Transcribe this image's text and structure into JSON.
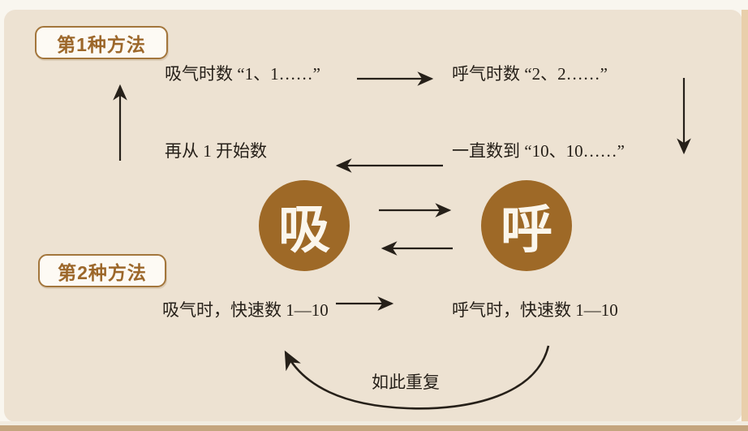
{
  "colors": {
    "outer_bg": "#f9f6ef",
    "panel_bg": "#ede2d2",
    "right_band": "#e9cfab",
    "bottom_band": "#c4a57e",
    "edge_light": "#f2ece0",
    "circle_fill": "#9e6927",
    "circle_text": "#fbf6ec",
    "label_bg": "#fdfaf4",
    "label_border": "#a3763c",
    "label_text": "#9c672a",
    "ink": "#262019"
  },
  "method1": {
    "label": "第1种方法",
    "step_inhale": "吸气时数 “1、1……”",
    "step_exhale": "呼气时数 “2、2……”",
    "step_count_to": "一直数到 “10、10……”",
    "step_restart": "再从 1 开始数"
  },
  "cycle": {
    "inhale_circle": "吸",
    "exhale_circle": "呼"
  },
  "method2": {
    "label": "第2种方法",
    "step_inhale": "吸气时，快速数 1—10",
    "step_exhale": "呼气时，快速数 1—10",
    "repeat_note": "如此重复"
  }
}
